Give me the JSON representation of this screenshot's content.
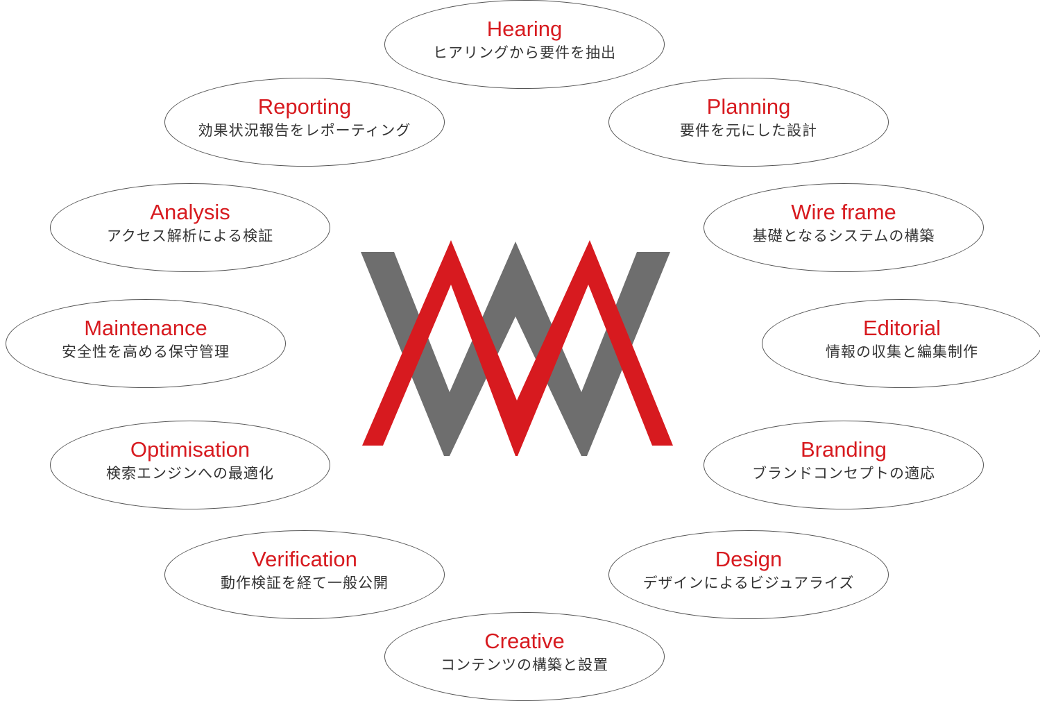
{
  "colors": {
    "accent": "#d71a1f",
    "gray": "#6e6e6e",
    "text": "#333333",
    "ellipse_border": "#555555"
  },
  "logo": {
    "icon": "interlaced-zigzag-logo-icon"
  },
  "nodes": [
    {
      "id": "hearing",
      "title": "Hearing",
      "subtitle": "ヒアリングから要件を抽出"
    },
    {
      "id": "planning",
      "title": "Planning",
      "subtitle": "要件を元にした設計"
    },
    {
      "id": "wire-frame",
      "title": "Wire frame",
      "subtitle": "基礎となるシステムの構築"
    },
    {
      "id": "editorial",
      "title": "Editorial",
      "subtitle": "情報の収集と編集制作"
    },
    {
      "id": "branding",
      "title": "Branding",
      "subtitle": "ブランドコンセプトの適応"
    },
    {
      "id": "design",
      "title": "Design",
      "subtitle": "デザインによるビジュアライズ"
    },
    {
      "id": "creative",
      "title": "Creative",
      "subtitle": "コンテンツの構築と設置"
    },
    {
      "id": "verification",
      "title": "Verification",
      "subtitle": "動作検証を経て一般公開"
    },
    {
      "id": "optimisation",
      "title": "Optimisation",
      "subtitle": "検索エンジンへの最適化"
    },
    {
      "id": "maintenance",
      "title": "Maintenance",
      "subtitle": "安全性を高める保守管理"
    },
    {
      "id": "analysis",
      "title": "Analysis",
      "subtitle": "アクセス解析による検証"
    },
    {
      "id": "reporting",
      "title": "Reporting",
      "subtitle": "効果状況報告をレポーティング"
    }
  ]
}
